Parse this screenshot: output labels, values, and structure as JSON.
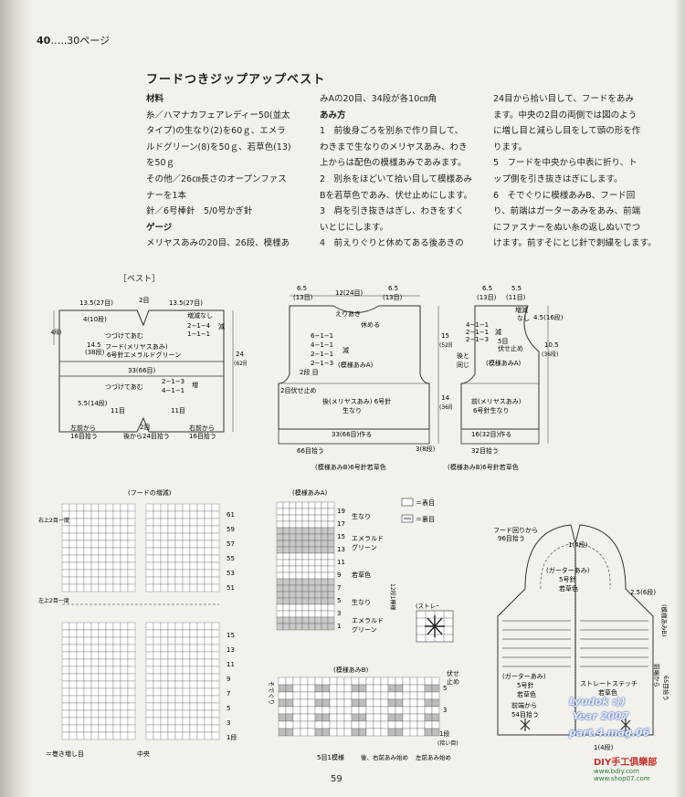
{
  "header": {
    "page_left": "40",
    "page_ref": "…..30ページ"
  },
  "title": "フードつきジップアップベスト",
  "materials_heading": "材料",
  "materials": [
    "糸／ハマナカフェアレディー50(並太",
    "タイプ)の生なり(2)を60ｇ、エメラ",
    "ルドグリーン(8)を50ｇ、若草色(13)",
    "を50ｇ",
    "その他／26㎝長さのオープンファス",
    "ナーを1本",
    "針／6号棒針　5/0号かぎ針"
  ],
  "gauge_heading": "ゲージ",
  "gauge": [
    "メリヤスあみの20目、26段、模様あ",
    "みAの20目、34段が各10㎝角"
  ],
  "method_heading": "あみ方",
  "steps_col2": [
    "1　前後身ごろを別糸で作り目して、",
    "わきまで生なりのメリヤスあみ、わき",
    "上からは配色の模様あみであみます。",
    "2　別糸をほどいて拾い目して模様あみ",
    "Bを若草色であみ、伏せ止めにします。",
    "3　肩を引き抜きはぎし、わきをすく",
    "いとじにします。",
    "4　前えりぐりと休めてある後あきの"
  ],
  "steps_col3": [
    "24目から拾い目して、フードをあみ",
    "ます。中央の2目の両側では図のよう",
    "に増し目と減らし目をして頭の形を作",
    "ります。",
    "5　フードを中央から中表に折り、ト",
    "ップ側を引き抜きはぎにします。",
    "6　そでぐりに模様あみB、フード回",
    "り、前端はガーターあみをあみ、前端",
    "にファスナーをぬい糸の返しぬいでつ",
    "けます。前すそにとじ針で刺繍をします。"
  ],
  "vest_label": "［ベスト］",
  "hood": {
    "a": "13.5(27目)",
    "b": "2目",
    "c": "13.5(27目)",
    "d": "4(10段)",
    "e": "増減なし",
    "f": "2−1−4",
    "g": "1−1−1",
    "h": "減",
    "i": "つづけてあむ",
    "j": "フード(メリヤスあみ)",
    "k": "6号針エメラルドグリーン",
    "l": "14.5",
    "m": "(38段)",
    "n": "33(66目)",
    "o": "24",
    "p": "(62段)",
    "q": "つづけてあむ",
    "r": "2−1−3",
    "s": "4−1−1",
    "t": "増",
    "u": "5.5(14段)",
    "v": "11目",
    "w": "2目",
    "x": "11目",
    "y": "左前から",
    "z": "16目拾う",
    "aa": "後から24目拾う",
    "ab": "右前から",
    "ac": "16目拾う",
    "ad": "(4段)"
  },
  "back": {
    "w1": "6.5",
    "w1b": "(13目)",
    "w2": "12(24目)",
    "w3": "6.5",
    "w3b": "(13目)",
    "n1": "えりあき",
    "n2": "休める",
    "d1": "6−1−1",
    "d2": "4−1−1",
    "d3": "2−1−1",
    "d4": "2−1−3",
    "dl": "減",
    "d5": "2段 目",
    "pat": "(模様あみA)",
    "h1": "15",
    "h1b": "(52段)",
    "st": "2目伏せ止め",
    "body": "後(メリヤスあみ) 6号針",
    "body2": "生なり",
    "h2": "14",
    "h2b": "(36段)",
    "w4": "33(66目)作る",
    "h3": "3(8段)",
    "pick": "66目拾う",
    "band": "(模様あみB)6号針若草色"
  },
  "front": {
    "w1": "6.5",
    "w1b": "(13目)",
    "w2": "5.5",
    "w2b": "(11目)",
    "inc0": "増減",
    "inc0b": "なし",
    "h1": "4.5(16段)",
    "d1": "4−1−1",
    "d2": "2−1−1",
    "d3": "2−1−3",
    "dl": "減",
    "st": "5目",
    "st2": "伏せ止め",
    "same": "後と",
    "same2": "同じ",
    "pat": "(模様あみA)",
    "h2": "10.5",
    "h2b": "(36段)",
    "body": "前(メリヤスあみ)",
    "body2": "6号針生なり",
    "w3": "16(32目)作る",
    "pick": "32目拾う",
    "band": "(模様あみB)6号針若草色"
  },
  "hood_chart": {
    "title": "(フードの増減)",
    "lab1": "右上2目一度",
    "lab2": "左上2目一度",
    "rows_top": [
      "61",
      "59",
      "57",
      "55",
      "53",
      "51"
    ],
    "rows_bottom": [
      "15",
      "13",
      "11",
      "9",
      "7",
      "5",
      "3",
      "1段"
    ],
    "legend": "＝巻き増し目",
    "center": "中央"
  },
  "pattern_a": {
    "title": "(模様あみA)",
    "rows": [
      "19",
      "17",
      "15",
      "13",
      "11",
      "9",
      "7",
      "5",
      "3",
      "1"
    ],
    "c1": "生なり",
    "c2": "エメラルド",
    "c2b": "グリーン",
    "c3": "若草色",
    "c4": "生なり",
    "c5": "エメラルド",
    "c5b": "グリーン",
    "rep": "12段1模様",
    "leg1": "＝表目",
    "leg2": "＝裏目",
    "stitch": "(ストレートステッチ)"
  },
  "pattern_b": {
    "title": "(模様あみB)",
    "r5": "5",
    "r3": "3",
    "r1": "1段",
    "r1b": "(拾い目)",
    "bind": "伏せ",
    "bind2": "止め",
    "side": "そでぐり",
    "rep": "5目1模様",
    "start": "後、右前あみ始め",
    "start2": "左前あみ始め"
  },
  "finished": {
    "a": "フード回りから",
    "b": "96目拾う",
    "c": "1(4段)",
    "d": "(ガーターあみ)",
    "e": "5号針",
    "f": "若草色",
    "g": "2.5(6段)",
    "h": "(模様あみB)",
    "i": "前端から",
    "j": "65目拾う",
    "k": "(ガーターあみ)",
    "l": "5号針",
    "m": "若草色",
    "n": "前端から",
    "o": "54目拾う",
    "p": "ストレートステッチ",
    "q": "若草色",
    "r": "1(4段)"
  },
  "watermark": {
    "line1": "Lyudok :))",
    "line2": "Year 2007",
    "line3": "part.4.mag.06"
  },
  "footer": {
    "page": "59",
    "logo_main": "DIY手工俱樂部",
    "logo_url1": "www.bdiy.com",
    "logo_url2": "www.shop07.com"
  }
}
